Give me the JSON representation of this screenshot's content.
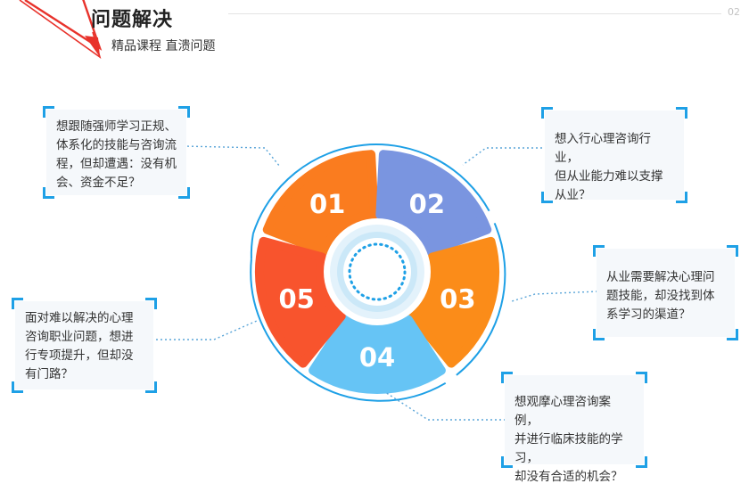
{
  "header": {
    "title": "问题解决",
    "subtitle": "精品课程 直溃问题",
    "page_number": "02"
  },
  "colors": {
    "accent_red": "#e8322b",
    "segment_01": "#fa7c1f",
    "segment_02": "#7a95e0",
    "segment_03": "#fb8c19",
    "segment_04": "#66c4f5",
    "segment_05": "#f8542d",
    "frame_blue": "#1ea0e6",
    "box_bg": "#f5f8fb"
  },
  "segments": [
    {
      "number": "01",
      "color": "#fa7c1f"
    },
    {
      "number": "02",
      "color": "#7a95e0"
    },
    {
      "number": "03",
      "color": "#fb8c19"
    },
    {
      "number": "04",
      "color": "#66c4f5"
    },
    {
      "number": "05",
      "color": "#f8542d"
    }
  ],
  "problems": [
    {
      "text": "想跟随强师学习正规、\n体系化的技能与咨询流\n程，但却遭遇：没有机\n会、资金不足？"
    },
    {
      "text": "想入行心理咨询行业，\n但从业能力难以支撑\n从业？"
    },
    {
      "text": "从业需要解决心理问\n题技能，却没找到体\n系学习的渠道？"
    },
    {
      "text": "面对难以解决的心理\n咨询职业问题，想进\n行专项提升，但却没\n有门路？"
    },
    {
      "text": "想观摩心理咨询案例，\n并进行临床技能的学习，\n却没有合适的机会？"
    }
  ]
}
